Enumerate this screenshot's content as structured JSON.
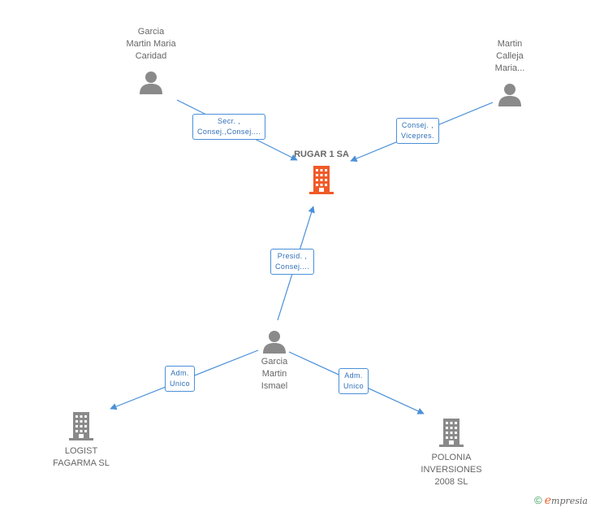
{
  "colors": {
    "person": "#8a8a8a",
    "company_main": "#f05a28",
    "company": "#8a8a8a",
    "edge": "#4a90d9",
    "edge_text": "#2f6fb8"
  },
  "nodes": {
    "rugar": {
      "label": "RUGAR 1 SA",
      "icon": "building-icon"
    },
    "caridad": {
      "lines": [
        "Garcia",
        "Martin Maria",
        "Caridad"
      ],
      "icon": "person-icon"
    },
    "calleja": {
      "lines": [
        "Martin",
        "Calleja",
        "Maria..."
      ],
      "icon": "person-icon"
    },
    "ismael": {
      "lines": [
        "Garcia",
        "Martin",
        "Ismael"
      ],
      "icon": "person-icon"
    },
    "logist": {
      "lines": [
        "LOGIST",
        "FAGARMA SL"
      ],
      "icon": "building-icon"
    },
    "polonia": {
      "lines": [
        "POLONIA",
        "INVERSIONES",
        "2008 SL"
      ],
      "icon": "building-icon"
    }
  },
  "edges": {
    "caridad_rugar": [
      "Secr. ,",
      "Consej.,Consej...."
    ],
    "calleja_rugar": [
      "Consej. ,",
      "Vicepres."
    ],
    "ismael_rugar": [
      "Presid. ,",
      "Consej...."
    ],
    "ismael_logist": [
      "Adm.",
      "Unico"
    ],
    "ismael_polonia": [
      "Adm.",
      "Unico"
    ]
  },
  "footer": {
    "copyright": "©",
    "brand_first": "e",
    "brand_rest": "mpresia"
  }
}
